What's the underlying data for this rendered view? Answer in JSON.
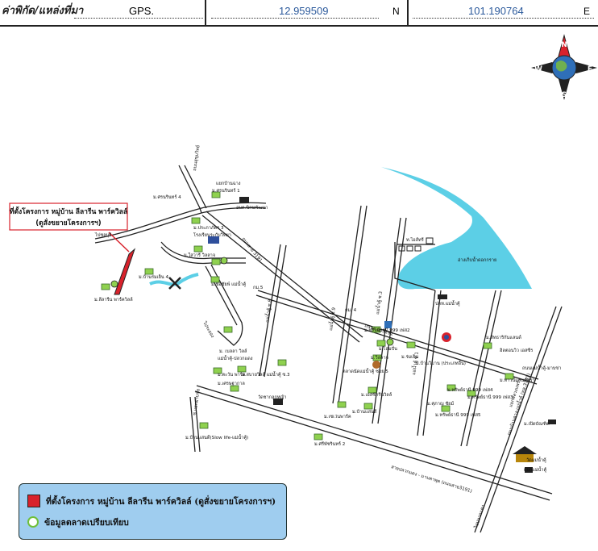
{
  "header": {
    "label": "ค่าพิกัด/แหล่งที่มา",
    "source": "GPS.",
    "lat": "12.959509",
    "lat_dir": "N",
    "lon": "101.190764",
    "lon_dir": "E"
  },
  "compass": {
    "north": "N",
    "south": "S",
    "east": "E",
    "west": "W"
  },
  "callout": {
    "line1": "ที่ตั้งโครงการ หมู่บ้าน ลีลารีน พาร์ควิลล์",
    "line2": "(ดูสั่งขยายโครงการฯ)"
  },
  "labels": {
    "chonburi_road": "ถนนสุขุมวิทย์",
    "ban_rang_hod": "แยกบ้านฉาง",
    "m_srinakarin4": "ม.ศรนรินทร์ 4",
    "m_srinakarin1": "ม.ศรนรินทร์ 1",
    "school": "อบต.นิคมพัฒนา",
    "m_prakarn3": "ม.ประภาภัตร 3",
    "school2": "โรงเรียนระกับวิทยา",
    "to_chonburi": "ไปชลบุรี",
    "vanavich": "ม.ใสวารี วิลลาจ",
    "bb4": "ม.บ้านร่มเย็น 4",
    "lila": "ม.ลีลารีน พาร์ควิลล์",
    "m_chokchai": "ม.ช่อชัยพ์ แม่น้ำคู้",
    "rd3191": "ถนนสาย 3191",
    "jkn": "กม.5",
    "soi8": "แม่น้ำคู้ ซ.8",
    "m_ecoland": "ม. เบลลา วิลล์",
    "ecoland2": "แม่น้ำคู้-ปลวกแดง",
    "m_tawee": "ม.ตะวัน พาร์ค",
    "m_setthakarn": "ม.เศรษฐากาล",
    "m_sabai": "ม.สบายวิลล์ แม่น้ำคู้ ซ.3",
    "m_bantai": "ม.บ้านแสนดี(Slow life-แม่น้ำคู้)",
    "wat": "วัดชากลูกหญ้า",
    "reservoir": "อ่างเก็บน้ำดอกกราย",
    "pttorn": "ท.ไอส์ทรี",
    "km4": "กม. 4",
    "rd3191b": "ถนนสาย 3191",
    "m_property": "ม.ทรัพย์ธานี 999 เฟส2",
    "m_home": "ม.โฮมปั่น",
    "m_villa": "ม.วิลลาจ",
    "m_villa2": "ม.ร่มเย็น",
    "market": "ตลาดนัดแม่น้ำคู้ ซอย 5",
    "m_green": "ม.เอสซีกรีนวิลล์",
    "m_saerin": "ม.เซเว่นพาร์ค",
    "m_banmee": "ม.บ้านแสนดี",
    "m_saerin2": "ม.ศรีพัชรินทร์ 2",
    "m_jk": "ม.ศุภาญ ชัยม์",
    "m_prop3": "ม.ทรัพย์ธานี 999 เฟส5",
    "m_prop4": "ม.ทรัพย์ธานี 999 เฟส4",
    "m_prop5": "ม.ทรัพย์ธานี 999 เฟส3",
    "m_park": "ม.ทาวน์แลนด์ครา",
    "m_siam": "ม.สิทธาริกันแลนด์",
    "m_siam2": "ฮิลตอนวิว เอสซีร",
    "rd_maeram": "ถนนบ้านฉาง-แม่น้ำคู้ (ทล.3191)",
    "soi9": "แม่น้ำคู้ ซ.9",
    "soi3": "แม่น้ำคู้ ซ.3",
    "soi1": "แม่น้ำคู้ ซ.1",
    "gas": "ปตท.แม่น้ำคู้",
    "m_baan": "ม.บ้านวิมาน (ประเภทอื่น)",
    "school3": "ม.เปิดบัณฑิต",
    "rd_bypass": "ถนนแม่น้ำคู้-มาบข่า",
    "rd_pluak": "สายปลวกแดง - มาบตาพุด (ถนนสาย3191)",
    "temple": "วัดแม่น้ำคู้",
    "temple2": "แยกแม่น้ำคู้",
    "to_pluak": "ไปปลวกแดง",
    "rd_kbr": "แยกพลวงแพร้ว",
    "soi_mahachai": "ซ.แยกมาบชัย",
    "to_rayong": "ไประยอง"
  },
  "legend": {
    "project": "ที่ตั้งโครงการ หมู่บ้าน ลีลารีน พาร์ควิลล์ (ดูสั่งขยายโครงการฯ)",
    "comparison": "ข้อมูลตลาดเปรียบเทียบ"
  },
  "colors": {
    "water": "#5ccfe6",
    "project": "#d8222c",
    "marker": "#8fd14f",
    "legend_bg": "#9fcdef"
  }
}
